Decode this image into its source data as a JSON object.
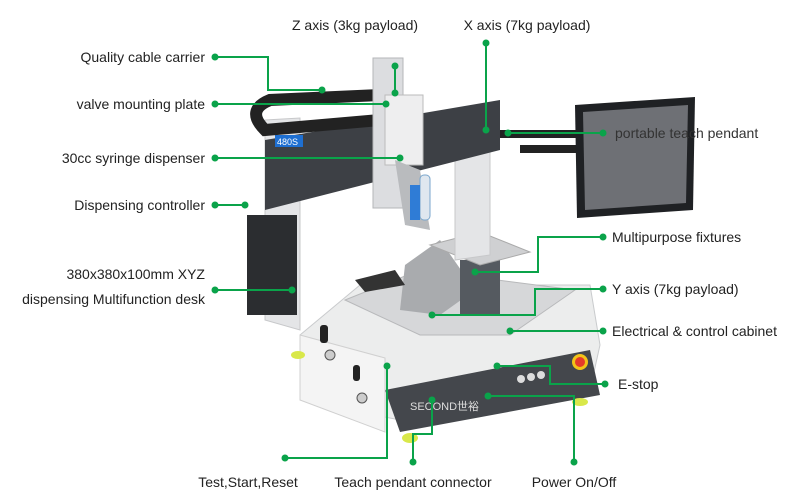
{
  "colors": {
    "accent": "#0aa34a",
    "frame": "#3a3d42",
    "body": "#e9eaec",
    "foot": "#d9e84a",
    "estop": "#e53b2a"
  },
  "machine": {
    "model_badge": "480S",
    "brand": "SECOND世裕"
  },
  "labels": {
    "z_axis": "Z axis (3kg payload)",
    "x_axis": "X axis  (7kg payload)",
    "cable_carrier": "Quality cable carrier",
    "valve_plate": "valve mounting plate",
    "syringe": "30cc syringe dispenser",
    "controller": "Dispensing controller",
    "teach_pendant": "portable teach pendant",
    "fixtures": "Multipurpose fixtures",
    "desk_line1": "380x380x100mm XYZ",
    "desk_line2": "dispensing Multifunction desk",
    "y_axis": "Y axis (7kg payload)",
    "cabinet": "Electrical & control cabinet",
    "estop": "E-stop",
    "buttons": "Test,Start,Reset",
    "connector": "Teach pendant connector",
    "power": "Power On/Off"
  }
}
